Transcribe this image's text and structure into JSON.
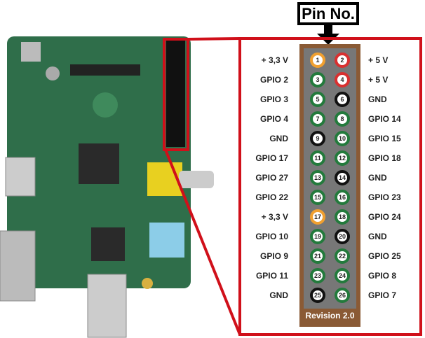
{
  "title_label": "Pin No.",
  "revision": "Revision 2.0",
  "colors": {
    "power33": "#f0a030",
    "power5": "#d83030",
    "gnd": "#111111",
    "gpio": "#237a3c",
    "callout": "#d0101a",
    "header": "#8a5a35"
  },
  "pins": [
    {
      "left": {
        "num": "1",
        "label": "+ 3,3 V",
        "type": "power33"
      },
      "right": {
        "num": "2",
        "label": "+ 5 V",
        "type": "power5"
      }
    },
    {
      "left": {
        "num": "3",
        "label": "GPIO 2",
        "type": "gpio"
      },
      "right": {
        "num": "4",
        "label": "+ 5 V",
        "type": "power5"
      }
    },
    {
      "left": {
        "num": "5",
        "label": "GPIO 3",
        "type": "gpio"
      },
      "right": {
        "num": "6",
        "label": "GND",
        "type": "gnd"
      }
    },
    {
      "left": {
        "num": "7",
        "label": "GPIO 4",
        "type": "gpio"
      },
      "right": {
        "num": "8",
        "label": "GPIO 14",
        "type": "gpio"
      }
    },
    {
      "left": {
        "num": "9",
        "label": "GND",
        "type": "gnd"
      },
      "right": {
        "num": "10",
        "label": "GPIO 15",
        "type": "gpio"
      }
    },
    {
      "left": {
        "num": "11",
        "label": "GPIO 17",
        "type": "gpio"
      },
      "right": {
        "num": "12",
        "label": "GPIO 18",
        "type": "gpio"
      }
    },
    {
      "left": {
        "num": "13",
        "label": "GPIO 27",
        "type": "gpio"
      },
      "right": {
        "num": "14",
        "label": "GND",
        "type": "gnd"
      }
    },
    {
      "left": {
        "num": "15",
        "label": "GPIO 22",
        "type": "gpio"
      },
      "right": {
        "num": "16",
        "label": "GPIO 23",
        "type": "gpio"
      }
    },
    {
      "left": {
        "num": "17",
        "label": "+ 3,3 V",
        "type": "power33"
      },
      "right": {
        "num": "18",
        "label": "GPIO 24",
        "type": "gpio"
      }
    },
    {
      "left": {
        "num": "19",
        "label": "GPIO 10",
        "type": "gpio"
      },
      "right": {
        "num": "20",
        "label": "GND",
        "type": "gnd"
      }
    },
    {
      "left": {
        "num": "21",
        "label": "GPIO 9",
        "type": "gpio"
      },
      "right": {
        "num": "22",
        "label": "GPIO 25",
        "type": "gpio"
      }
    },
    {
      "left": {
        "num": "23",
        "label": "GPIO 11",
        "type": "gpio"
      },
      "right": {
        "num": "24",
        "label": "GPIO 8",
        "type": "gpio"
      }
    },
    {
      "left": {
        "num": "25",
        "label": "GND",
        "type": "gnd"
      },
      "right": {
        "num": "26",
        "label": "GPIO 7",
        "type": "gpio"
      }
    }
  ]
}
